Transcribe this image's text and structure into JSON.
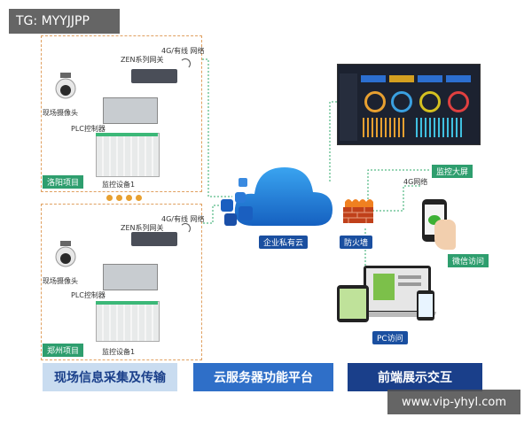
{
  "watermarks": {
    "top_left": "TG: MYYJJPP",
    "bottom_right": "www.vip-yhyl.com"
  },
  "site1": {
    "gateway_label": "ZEN系列网关",
    "network_label": "4G/有线 网络",
    "camera_label": "现场摄像头",
    "plc_label": "PLC控制器",
    "device_label": "监控设备1",
    "project_label": "洛阳项目"
  },
  "site2": {
    "gateway_label": "ZEN系列网关",
    "network_label": "4G/有线 网络",
    "camera_label": "现场摄像头",
    "plc_label": "PLC控制器",
    "device_label": "监控设备1",
    "project_label": "郑州项目"
  },
  "cloud": {
    "label": "企业私有云"
  },
  "firewall": {
    "label": "防火墙"
  },
  "frontend": {
    "big_screen_label": "监控大屏",
    "net_4g_label": "4G网络",
    "wechat_label": "微信访问",
    "pc_label": "PC访问"
  },
  "footer": {
    "section1": "现场信息采集及传输",
    "section2": "云服务器功能平台",
    "section3": "前端展示交互"
  },
  "colors": {
    "link_green": "#2ea86a",
    "box_border": "#e0a060",
    "cloud_blue": "#1a7fd8",
    "footer_dark": "#1a3f8a",
    "footer_mid": "#2f6fc8",
    "footer_light": "#c9dcf0"
  }
}
